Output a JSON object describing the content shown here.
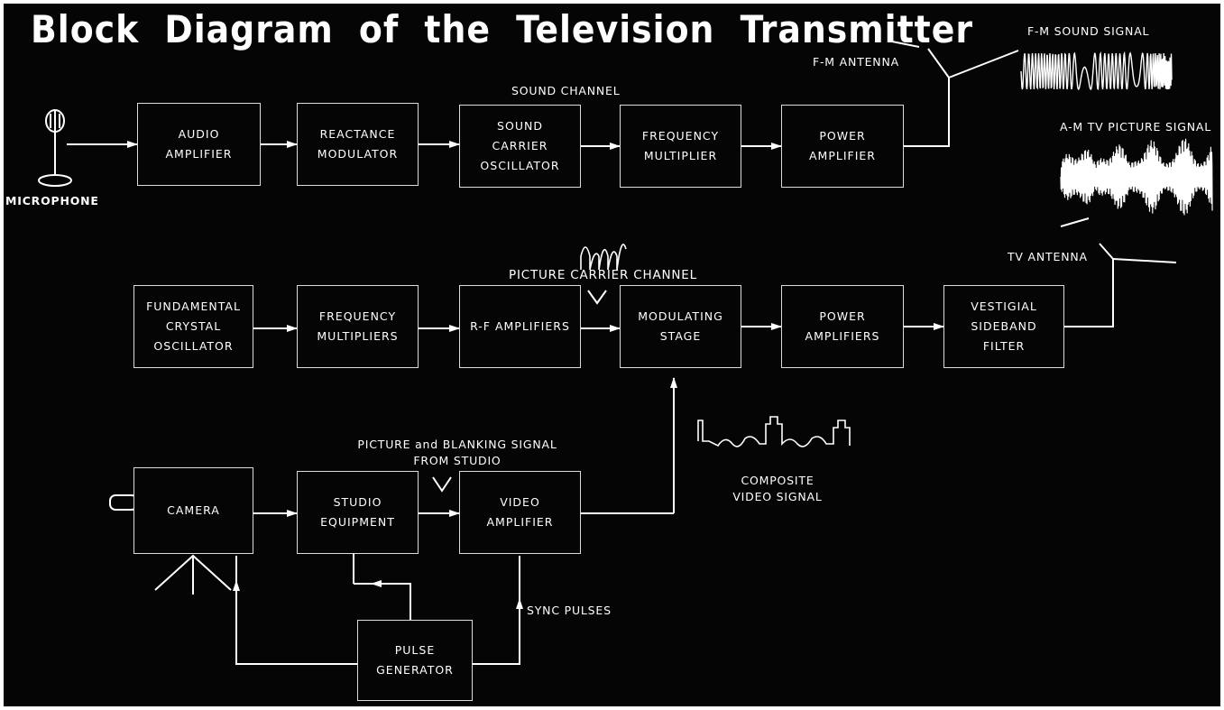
{
  "title": "Block Diagram of the Television Transmitter",
  "blocks": {
    "audio_amplifier": [
      "AUDIO",
      "AMPLIFIER"
    ],
    "reactance_modulator": [
      "REACTANCE",
      "MODULATOR"
    ],
    "sound_carrier_oscillator": [
      "SOUND",
      "CARRIER",
      "OSCILLATOR"
    ],
    "frequency_multiplier": [
      "FREQUENCY",
      "MULTIPLIER"
    ],
    "power_amplifier": [
      "POWER",
      "AMPLIFIER"
    ],
    "fundamental_crystal_oscillator": [
      "FUNDAMENTAL",
      "CRYSTAL",
      "OSCILLATOR"
    ],
    "frequency_multipliers": [
      "FREQUENCY",
      "MULTIPLIERS"
    ],
    "rf_amplifiers": [
      "R-F AMPLIFIERS"
    ],
    "modulating_stage": [
      "MODULATING",
      "STAGE"
    ],
    "power_amplifiers": [
      "POWER",
      "AMPLIFIERS"
    ],
    "vestigial_sideband_filter": [
      "VESTIGIAL",
      "SIDEBAND",
      "FILTER"
    ],
    "camera": [
      "CAMERA"
    ],
    "studio_equipment": [
      "STUDIO",
      "EQUIPMENT"
    ],
    "video_amplifier": [
      "VIDEO",
      "AMPLIFIER"
    ],
    "pulse_generator": [
      "PULSE",
      "GENERATOR"
    ]
  },
  "labels": {
    "microphone": "MICROPHONE",
    "sound_channel": "SOUND CHANNEL",
    "fm_antenna": "F-M ANTENNA",
    "fm_sound_signal": "F-M SOUND SIGNAL",
    "am_tv_picture_signal": "A-M TV PICTURE SIGNAL",
    "tv_antenna": "TV ANTENNA",
    "picture_carrier_channel": "PICTURE CARRIER CHANNEL",
    "picture_blanking": [
      "PICTURE and BLANKING SIGNAL",
      "FROM STUDIO"
    ],
    "composite_video": [
      "COMPOSITE",
      "VIDEO SIGNAL"
    ],
    "sync_pulses": "SYNC PULSES"
  }
}
